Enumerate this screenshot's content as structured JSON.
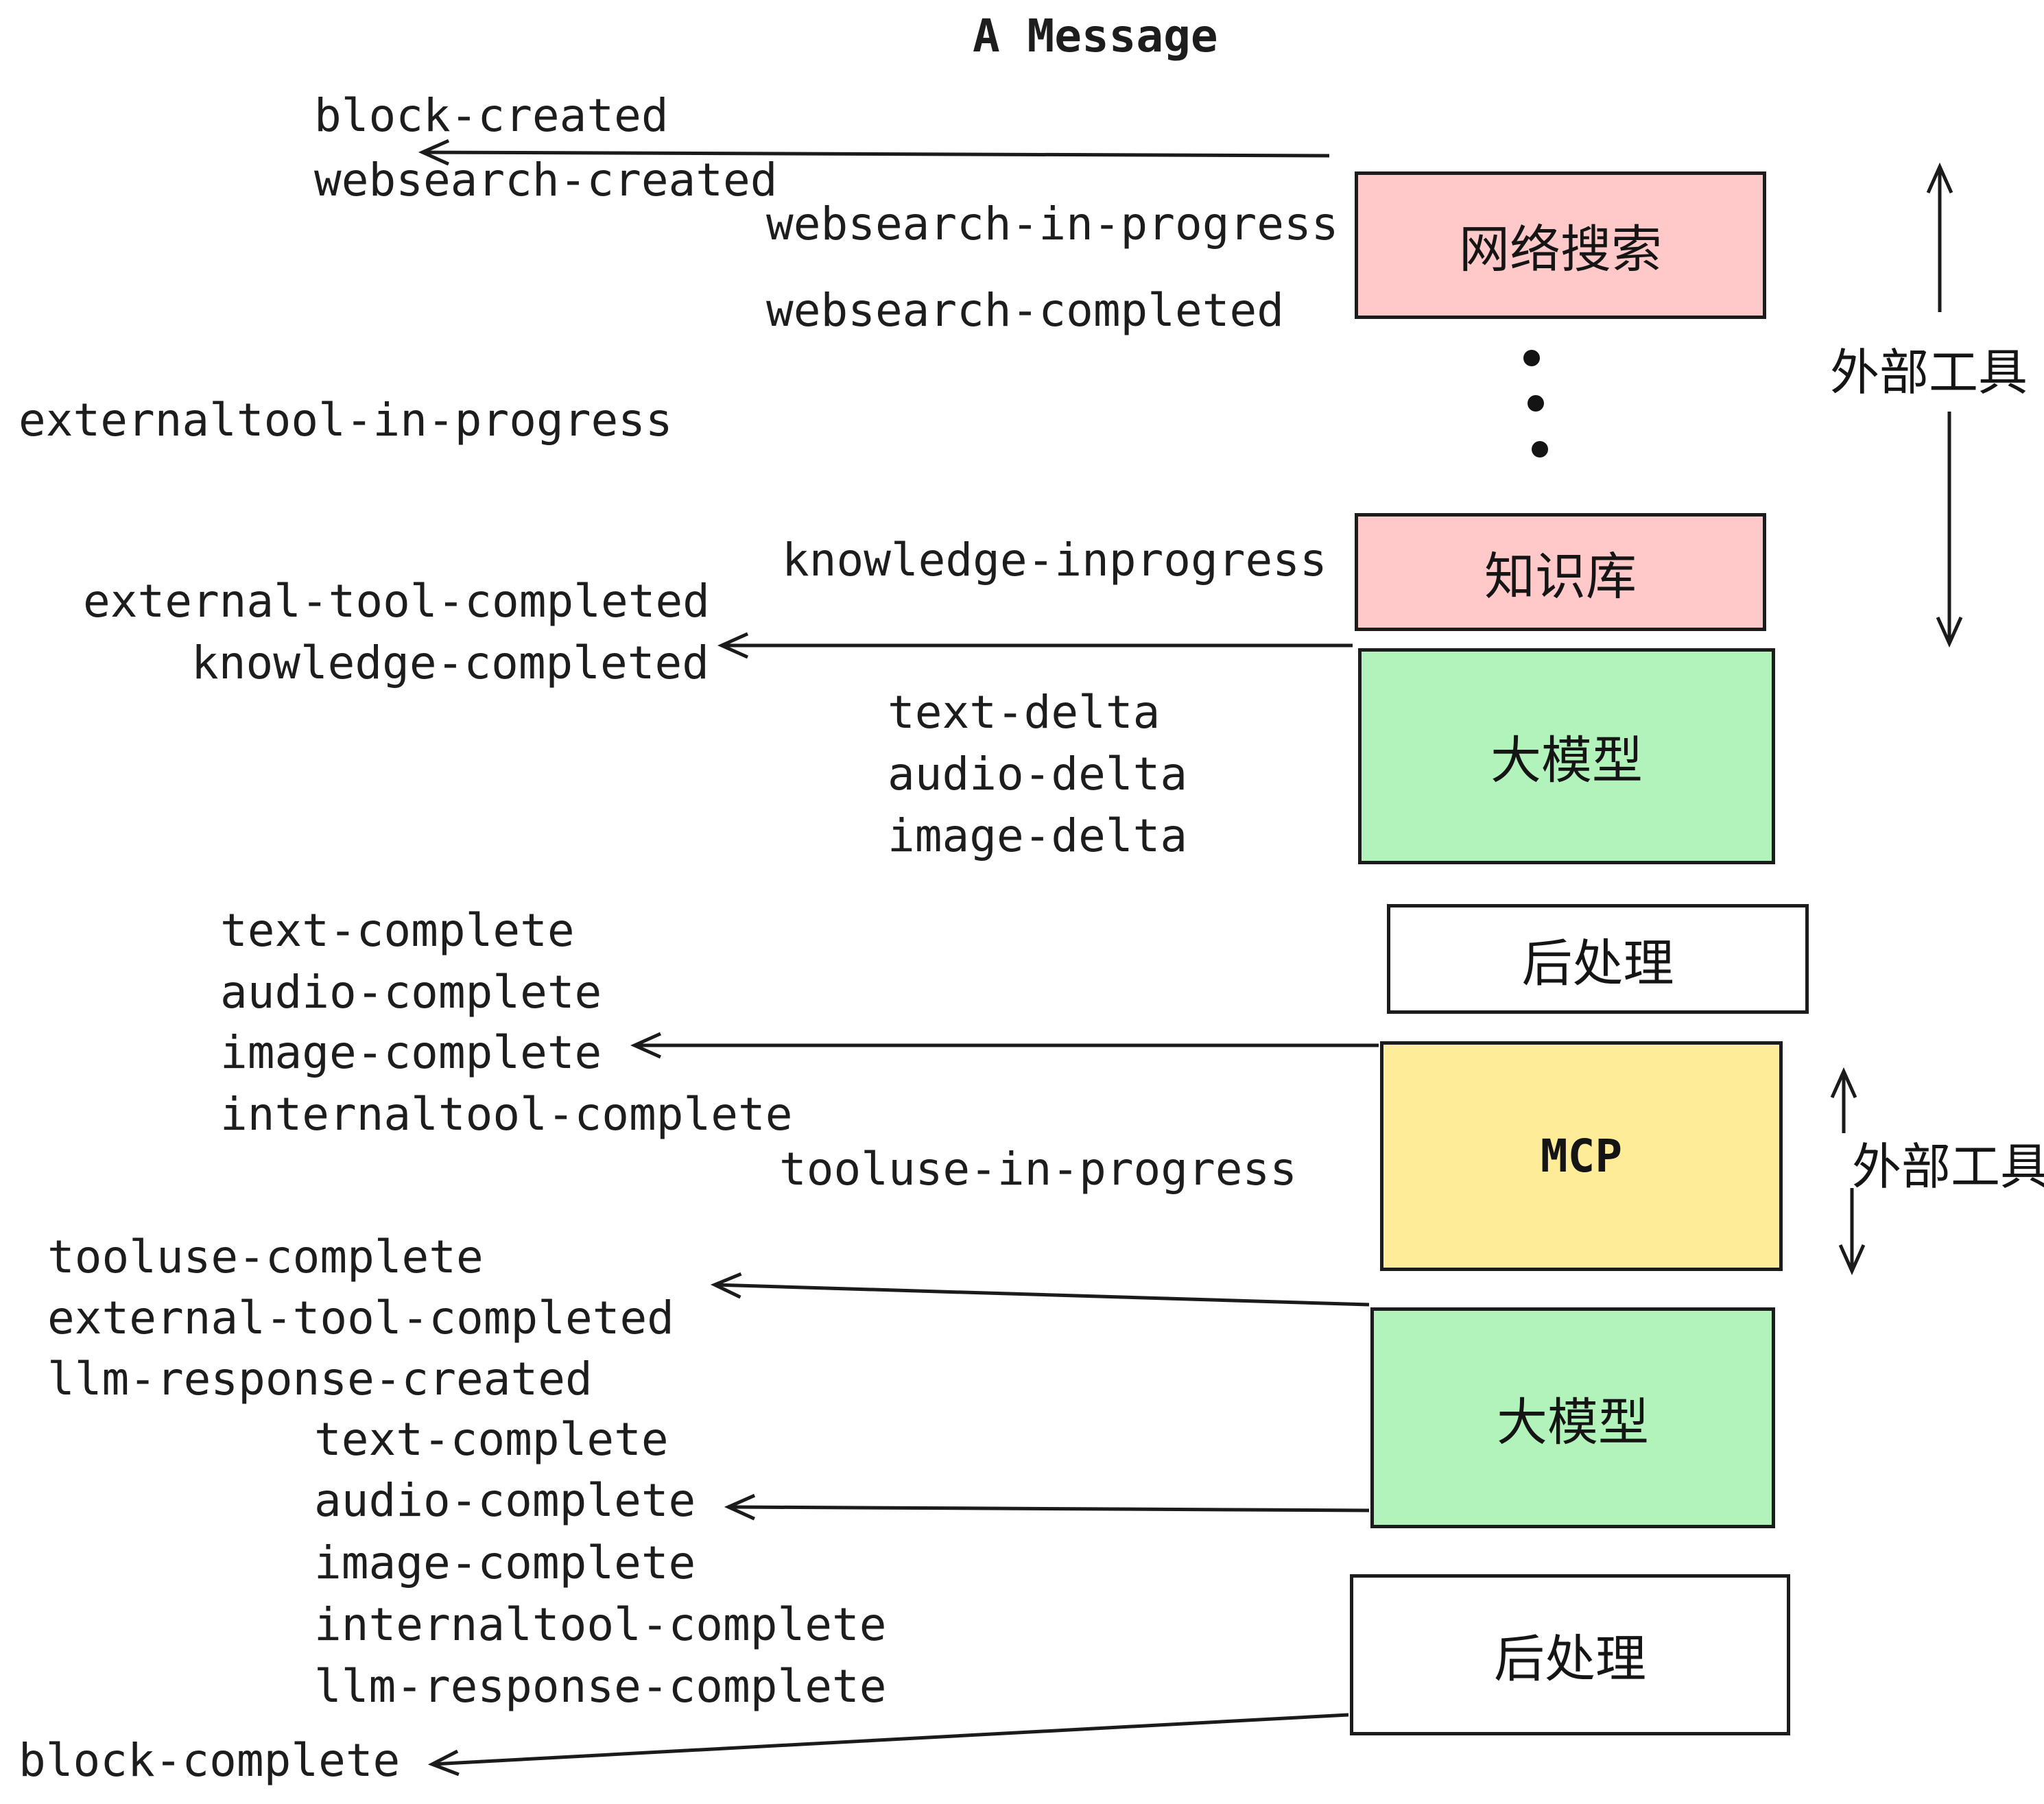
{
  "title": "A Message",
  "colors": {
    "box_pink": "#ffc9c9",
    "box_green": "#b2f2bb",
    "box_yellow": "#ffec99",
    "box_white": "#ffffff",
    "line": "#1b1b1b"
  },
  "flow_boxes": {
    "websearch": "网络搜索",
    "knowledge": "知识库",
    "llm_top": "大模型",
    "post_top": "后处理",
    "mcp": "MCP",
    "llm_bottom": "大模型",
    "post_bottom": "后处理"
  },
  "side_labels": {
    "external_tools_top": "外部工具",
    "external_tools_bottom": "外部工具"
  },
  "events": {
    "block_created": "block-created",
    "websearch_created": "websearch-created",
    "websearch_in_progress": "websearch-in-progress",
    "websearch_completed": "websearch-completed",
    "externaltool_in_progress": "externaltool-in-progress",
    "knowledge_inprogress": "knowledge-inprogress",
    "external_tool_completed": "external-tool-completed",
    "knowledge_completed": "knowledge-completed",
    "text_delta_1": "text-delta",
    "audio_delta_1": "audio-delta",
    "image_delta_1": "image-delta",
    "text_complete_1": "text-complete",
    "audio_complete_1": "audio-complete",
    "image_complete_1": "image-complete",
    "internaltool_complete_1": "internaltool-complete",
    "tooluse_in_progress": "tooluse-in-progress",
    "tooluse_complete": "tooluse-complete",
    "external_tool_completed_2": "external-tool-completed",
    "llm_response_created": "llm-response-created",
    "text_complete_2": "text-complete",
    "audio_complete_2": "audio-complete",
    "image_complete_2": "image-complete",
    "internaltool_complete_2": "internaltool-complete",
    "llm_response_complete": "llm-response-complete",
    "block_complete": "block-complete"
  }
}
